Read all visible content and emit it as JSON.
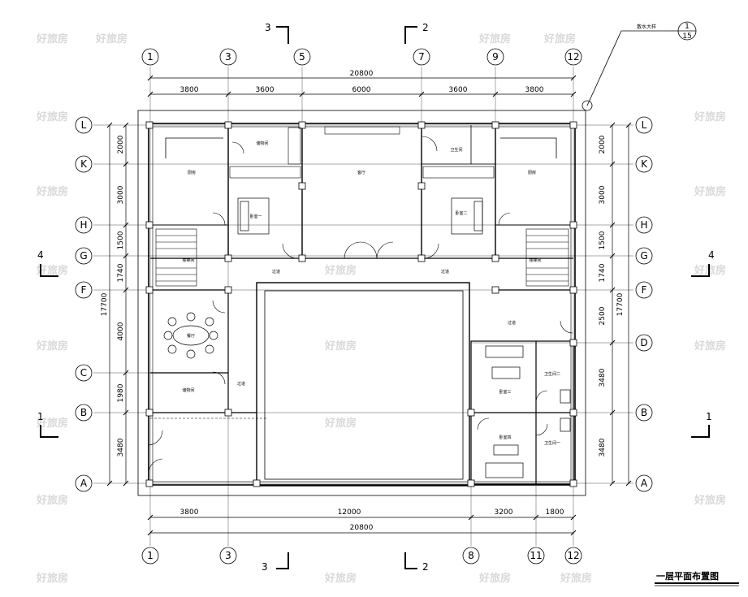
{
  "watermark": "好旅房",
  "title": "一层平面布置图",
  "detail_callout": {
    "label": "散水大样",
    "top": "1",
    "bottom": "15"
  },
  "axes_horizontal": {
    "top": [
      "1",
      "3",
      "5",
      "7",
      "9",
      "12"
    ],
    "bottom": [
      "1",
      "3",
      "8",
      "11",
      "12"
    ]
  },
  "axes_vertical": [
    "L",
    "K",
    "H",
    "G",
    "F",
    "D",
    "C",
    "B",
    "A"
  ],
  "dims_top": {
    "total": "20800",
    "segments": [
      "3800",
      "3600",
      "6000",
      "3600",
      "3800"
    ]
  },
  "dims_bottom": {
    "total": "20800",
    "segments": [
      "3800",
      "12000",
      "3200",
      "1800"
    ]
  },
  "dims_left": {
    "total": "17700",
    "segments": [
      "2000",
      "3000",
      "1500",
      "1740",
      "4000",
      "1980",
      "3480"
    ]
  },
  "dims_right": {
    "total": "17700",
    "segments": [
      "2000",
      "3000",
      "1500",
      "1740",
      "2500",
      "3480",
      "3480"
    ]
  },
  "section_marks": {
    "top_3": "3",
    "top_2": "2",
    "bottom_3": "3",
    "bottom_2": "2",
    "left_4": "4",
    "right_4": "4",
    "left_1": "1",
    "right_1": "1"
  },
  "rooms": {
    "kitchen_left": "厨房",
    "kitchen_right": "厨房",
    "storage_left": "储物间",
    "living_room": "客厅",
    "bedroom_1": "卧室一",
    "bedroom_2": "卧室二",
    "bathroom_top": "卫生间",
    "stair_left": "楼梯间",
    "stair_right": "楼梯间",
    "corridor_left": "过道",
    "corridor_right": "过道",
    "corridor_east": "过道",
    "corridor_west": "过道",
    "dining_room": "餐厅",
    "storage_bottom": "储物间",
    "bedroom_3": "卧室三",
    "bathroom_2": "卫生间二",
    "bedroom_4": "卧室四",
    "bathroom_1": "卫生间一"
  }
}
